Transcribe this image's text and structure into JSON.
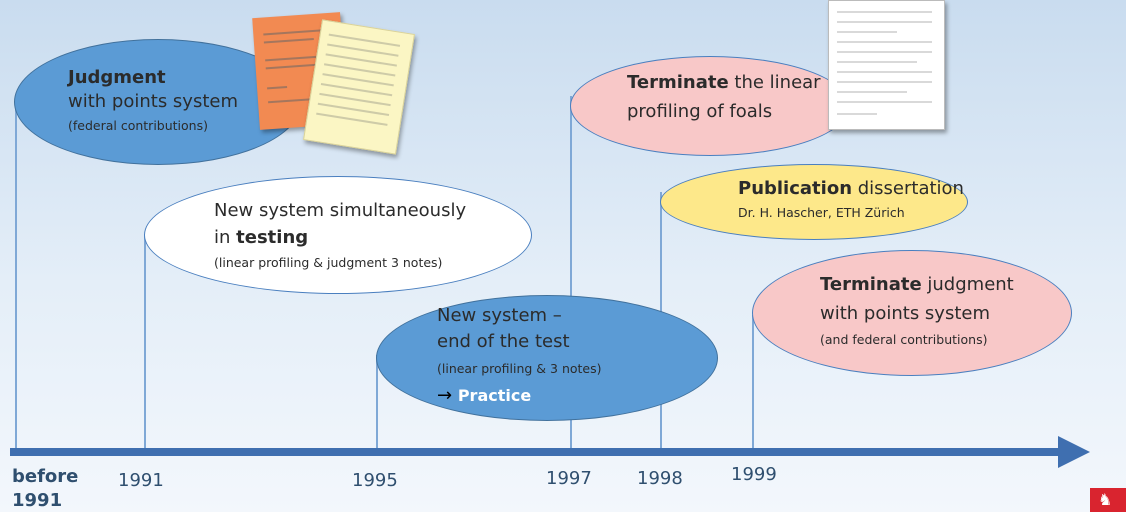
{
  "events": [
    {
      "id": "judgment",
      "title": "Judgment",
      "line2": "with points system",
      "note": "(federal contributions)",
      "color": "#5b9bd5"
    },
    {
      "id": "testing",
      "line1": "New system simultaneously",
      "line2_prefix": "in ",
      "line2_bold": "testing",
      "note": "(linear profiling & judgment 3 notes)",
      "color": "#ffffff"
    },
    {
      "id": "end-test",
      "line1": "New system –",
      "line2": "end of the test",
      "note": "(linear profiling & 3 notes)",
      "arrow": "→",
      "practice": "Practice",
      "color": "#5b9bd5"
    },
    {
      "id": "terminate-linear",
      "title": "Terminate",
      "title_rest": " the linear",
      "line2": "profiling of foals",
      "color": "#f8c8c8"
    },
    {
      "id": "publication",
      "title": "Publication",
      "title_rest": " dissertation",
      "note": "Dr. H. Hascher, ETH Zürich",
      "color": "#fde88a"
    },
    {
      "id": "terminate-judgment",
      "title": "Terminate",
      "title_rest": " judgment",
      "line2": "with points system",
      "note": "(and federal contributions)",
      "color": "#f8c8c8"
    }
  ],
  "timeline": {
    "years": [
      "before",
      "1991",
      "1991",
      "1995",
      "1997",
      "1998",
      "1999"
    ]
  },
  "colors": {
    "axis": "#3f6fb0",
    "background": "#c9dcef"
  }
}
